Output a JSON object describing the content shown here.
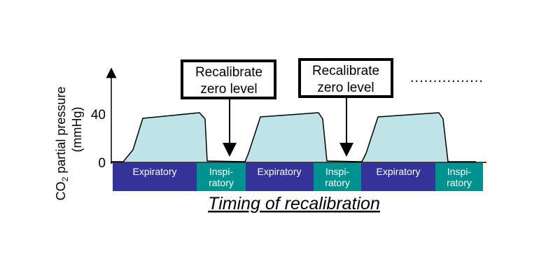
{
  "diagram": {
    "y_axis": {
      "label_prefix": "CO",
      "label_subscript": "2",
      "label_main": " partial pressure",
      "label_unit": "(mmHg)",
      "ticks": [
        "40",
        "0"
      ]
    },
    "callouts": [
      {
        "line1": "Recalibrate",
        "line2": "zero level"
      },
      {
        "line1": "Recalibrate",
        "line2": "zero level"
      }
    ],
    "continuation": "................",
    "phases": [
      {
        "label": "Expiratory",
        "color": "#333399"
      },
      {
        "line1": "Inspi-",
        "line2": "ratory",
        "color": "#00928f"
      },
      {
        "label": "Expiratory",
        "color": "#333399"
      },
      {
        "line1": "Inspi-",
        "line2": "ratory",
        "color": "#00928f"
      },
      {
        "label": "Expiratory",
        "color": "#333399"
      },
      {
        "line1": "Inspi-",
        "line2": "ratory",
        "color": "#00928f"
      }
    ],
    "waveform_color": "#bfe3e6",
    "caption": "Timing of recalibration"
  }
}
